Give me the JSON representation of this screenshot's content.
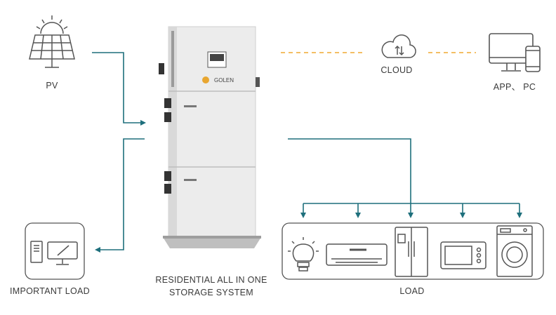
{
  "labels": {
    "pv": "PV",
    "cloud": "CLOUD",
    "app_pc": "APP、 PC",
    "system_line1": "RESIDENTIAL ALL IN ONE",
    "system_line2": "STORAGE SYSTEM",
    "important_load": "IMPORTANT LOAD",
    "load": "LOAD",
    "brand": "GOLEN"
  },
  "colors": {
    "flow_line": "#1e6f7c",
    "dashed_line": "#f0a830",
    "icon_stroke": "#555555",
    "cabinet": "#ececec"
  },
  "icons": {
    "pv": "solar-panel-icon",
    "cloud": "cloud-sync-icon",
    "app_pc": "computer-phone-icon",
    "important_load": "pc-tower-icon",
    "loads": [
      "light-bulb-icon",
      "air-conditioner-icon",
      "refrigerator-icon",
      "microwave-icon",
      "washing-machine-icon"
    ]
  }
}
